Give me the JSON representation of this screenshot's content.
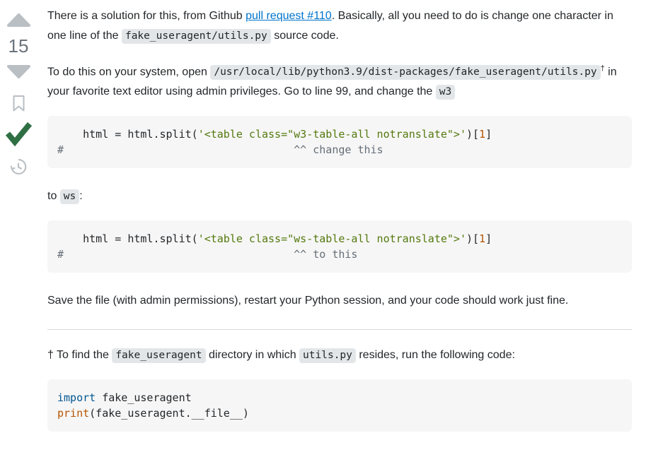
{
  "vote": {
    "score": "15"
  },
  "colors": {
    "text": "#232629",
    "score": "#6a737c",
    "arrow": "#babfc4",
    "accepted": "#2f6f44",
    "link": "#0074cc",
    "code_bg": "#f6f6f6",
    "inline_code_bg": "#e3e6e8",
    "keyword": "#015692",
    "string": "#54790d",
    "number": "#b75501",
    "builtin": "#b75501",
    "comment": "#656e77",
    "divider": "#d6d9dc"
  },
  "icons": {
    "upvote": "up-arrow-icon",
    "downvote": "down-arrow-icon",
    "bookmark": "bookmark-icon",
    "accepted": "green-checkmark-icon",
    "history": "history-clock-icon"
  },
  "content": {
    "p1": [
      {
        "k": "text",
        "t": "There is a solution for this, from Github "
      },
      {
        "k": "link",
        "t": "pull request #110"
      },
      {
        "k": "text",
        "t": ". Basically, all you need to do is change one character in one line of the "
      },
      {
        "k": "code",
        "t": "fake_useragent/utils.py"
      },
      {
        "k": "text",
        "t": " source code."
      }
    ],
    "p2": [
      {
        "k": "text",
        "t": "To do this on your system, open "
      },
      {
        "k": "code",
        "t": "/usr/local/lib/python3.9/dist-packages/fake_useragent/utils.py"
      },
      {
        "k": "sup",
        "t": "†"
      },
      {
        "k": "text",
        "t": " in your favorite text editor using admin privileges. Go to line 99, and change the "
      },
      {
        "k": "code",
        "t": "w3"
      }
    ],
    "code1": [
      [
        {
          "c": "plain",
          "t": "    html = html.split("
        },
        {
          "c": "str",
          "t": "'<table class=\"w3-table-all notranslate\">'"
        },
        {
          "c": "plain",
          "t": ")["
        },
        {
          "c": "num",
          "t": "1"
        },
        {
          "c": "plain",
          "t": "]"
        }
      ],
      [
        {
          "c": "comment",
          "t": "#                                    ^^ change this"
        }
      ]
    ],
    "to_line": [
      {
        "k": "text",
        "t": "to "
      },
      {
        "k": "code",
        "t": "ws"
      },
      {
        "k": "text",
        "t": ":"
      }
    ],
    "code2": [
      [
        {
          "c": "plain",
          "t": "    html = html.split("
        },
        {
          "c": "str",
          "t": "'<table class=\"ws-table-all notranslate\">'"
        },
        {
          "c": "plain",
          "t": ")["
        },
        {
          "c": "num",
          "t": "1"
        },
        {
          "c": "plain",
          "t": "]"
        }
      ],
      [
        {
          "c": "comment",
          "t": "#                                    ^^ to this"
        }
      ]
    ],
    "p3": [
      {
        "k": "text",
        "t": "Save the file (with admin permissions), restart your Python session, and your code should work just fine."
      }
    ],
    "footnote": [
      {
        "k": "text",
        "t": "† To find the "
      },
      {
        "k": "code",
        "t": "fake_useragent"
      },
      {
        "k": "text",
        "t": " directory in which "
      },
      {
        "k": "code",
        "t": "utils.py"
      },
      {
        "k": "text",
        "t": " resides, run the following code:"
      }
    ],
    "code3": [
      [
        {
          "c": "kw",
          "t": "import"
        },
        {
          "c": "plain",
          "t": " fake_useragent"
        }
      ],
      [
        {
          "c": "builtin",
          "t": "print"
        },
        {
          "c": "plain",
          "t": "(fake_useragent.__file__)"
        }
      ]
    ]
  }
}
